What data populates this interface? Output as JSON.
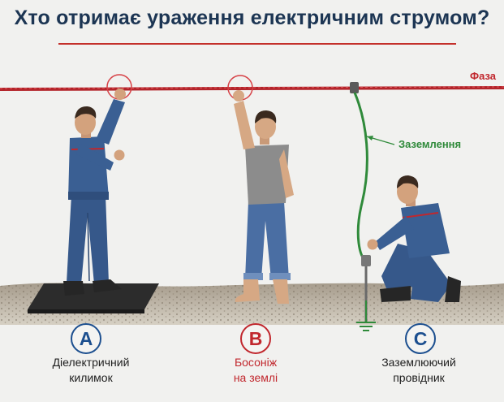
{
  "title": "Хто отримає ураження електричним струмом?",
  "wire_label": "Фаза",
  "ground_label": "Заземлення",
  "colors": {
    "wire": "#c1272d",
    "ground_wire": "#2f8a3a",
    "title": "#1c3553",
    "accent_blue": "#1c4f8f",
    "accent_red": "#c1272d"
  },
  "scenarios": [
    {
      "letter": "A",
      "caption_line1": "Діелектричний",
      "caption_line2": "килимок"
    },
    {
      "letter": "B",
      "caption_line1": "Босоніж",
      "caption_line2": "на землі"
    },
    {
      "letter": "C",
      "caption_line1": "Заземлюючий",
      "caption_line2": "провідник"
    }
  ]
}
